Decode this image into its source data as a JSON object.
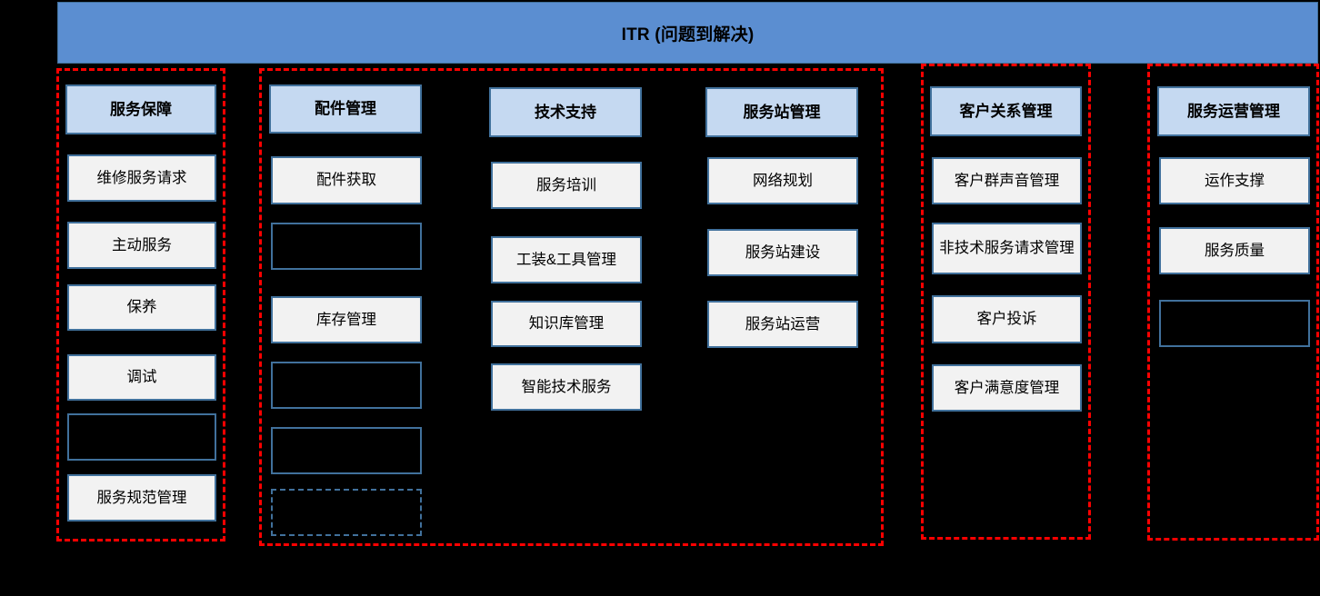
{
  "header": {
    "title": "ITR (问题到解决)",
    "bar_color": "#5b8ed1"
  },
  "theme": {
    "group_border_color": "#ff0000",
    "box_border_color": "#41719c",
    "header_box_fill": "#c5d9f1",
    "item_box_fill": "#f2f2f2",
    "background": "#000000"
  },
  "columns": [
    {
      "id": "service-assurance",
      "header": "服务保障",
      "items": [
        {
          "label": "维修服务请求",
          "empty": false
        },
        {
          "label": "主动服务",
          "empty": false
        },
        {
          "label": "保养",
          "empty": false
        },
        {
          "label": "调试",
          "empty": false
        },
        {
          "label": "",
          "empty": true
        },
        {
          "label": "服务规范管理",
          "empty": false
        }
      ]
    },
    {
      "id": "parts-management",
      "header": "配件管理",
      "items": [
        {
          "label": "配件获取",
          "empty": false
        },
        {
          "label": "",
          "empty": true
        },
        {
          "label": "库存管理",
          "empty": false
        },
        {
          "label": "",
          "empty": true
        },
        {
          "label": "",
          "empty": true
        },
        {
          "label": "",
          "empty": true,
          "dashdot": true
        }
      ]
    },
    {
      "id": "technical-support",
      "header": "技术支持",
      "items": [
        {
          "label": "服务培训",
          "empty": false
        },
        {
          "label": "工装&工具管理",
          "empty": false
        },
        {
          "label": "知识库管理",
          "empty": false
        },
        {
          "label": "智能技术服务",
          "empty": false
        }
      ]
    },
    {
      "id": "service-station-management",
      "header": "服务站管理",
      "items": [
        {
          "label": "网络规划",
          "empty": false
        },
        {
          "label": "服务站建设",
          "empty": false
        },
        {
          "label": "服务站运营",
          "empty": false
        }
      ]
    },
    {
      "id": "customer-relationship-management",
      "header": "客户关系管理",
      "items": [
        {
          "label": "客户群声音管理",
          "empty": false
        },
        {
          "label": "非技术服务请求管理",
          "empty": false
        },
        {
          "label": "客户投诉",
          "empty": false
        },
        {
          "label": "客户满意度管理",
          "empty": false
        }
      ]
    },
    {
      "id": "service-operations-management",
      "header": "服务运营管理",
      "items": [
        {
          "label": "运作支撑",
          "empty": false
        },
        {
          "label": "服务质量",
          "empty": false
        },
        {
          "label": "",
          "empty": true
        }
      ]
    }
  ]
}
